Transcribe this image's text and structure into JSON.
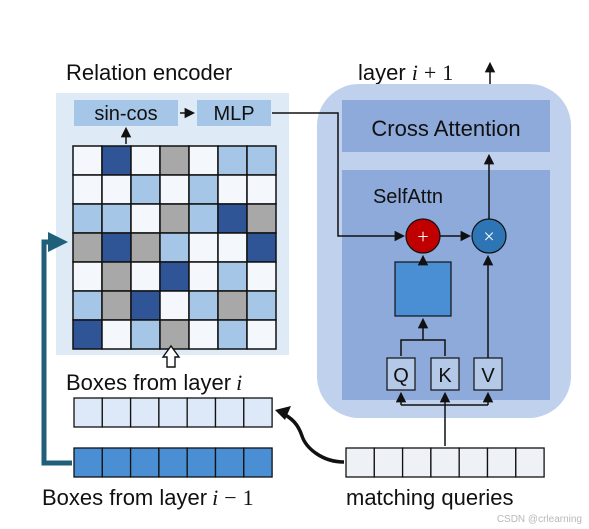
{
  "relation_encoder": {
    "title": "Relation encoder",
    "sincos_label": "sin-cos",
    "mlp_label": "MLP",
    "matrix_levels": [
      [
        0,
        3,
        0,
        2,
        0,
        1,
        1
      ],
      [
        0,
        0,
        1,
        0,
        1,
        0,
        0
      ],
      [
        1,
        1,
        0,
        2,
        1,
        3,
        2
      ],
      [
        2,
        3,
        2,
        1,
        0,
        0,
        3
      ],
      [
        0,
        2,
        0,
        3,
        0,
        1,
        0
      ],
      [
        1,
        2,
        3,
        0,
        1,
        2,
        1
      ],
      [
        3,
        0,
        1,
        2,
        0,
        1,
        0
      ]
    ],
    "level_colors": [
      "#f4f8fc",
      "#a6c6e8",
      "#a8a8a8",
      "#2f5597"
    ]
  },
  "boxes_current": {
    "label_text": "Boxes from layer",
    "label_var": "i",
    "cell_count": 7,
    "fill": "#dde9f8"
  },
  "boxes_previous": {
    "label_text": "Boxes from layer",
    "label_var": "i",
    "label_op": "−",
    "label_num": "1",
    "cell_count": 7,
    "fill": "#4a8fd4"
  },
  "decoder": {
    "layer_label_text": "layer",
    "layer_label_var": "i",
    "layer_label_op": "+",
    "layer_label_num": "1",
    "cross_attention_label": "Cross Attention",
    "self_attn_label": "SelfAttn",
    "plus_symbol": "+",
    "times_symbol": "×",
    "q_label": "Q",
    "k_label": "K",
    "v_label": "V"
  },
  "queries": {
    "label": "matching queries",
    "cell_count": 7
  },
  "watermark": "CSDN @crlearning",
  "colors": {
    "encoder_panel": "#deebf7",
    "decoder_outer": "#bfd1ec",
    "cross_attention_box": "#8eaadb",
    "self_attn_box": "#8eaadb",
    "small_box": "#b4c9e8",
    "attn_square": "#4a8fd4",
    "plus_circle": "#c00000",
    "times_circle": "#2e75b6",
    "feedback_arrow": "#1f5f7a",
    "line": "#111111"
  }
}
